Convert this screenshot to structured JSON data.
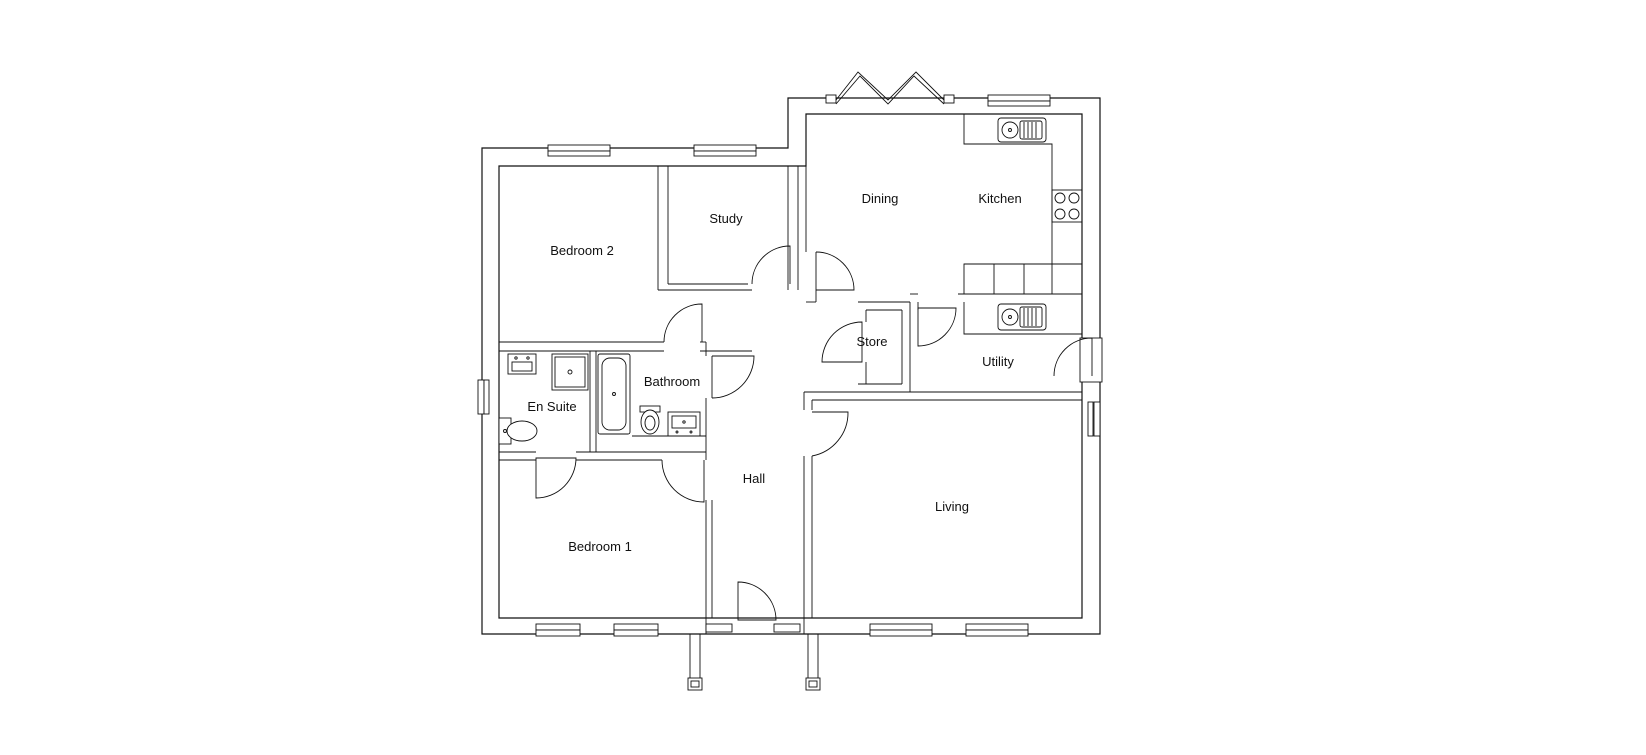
{
  "floorplan": {
    "rooms": [
      {
        "key": "bedroom_2",
        "label": "Bedroom 2"
      },
      {
        "key": "study",
        "label": "Study"
      },
      {
        "key": "dining",
        "label": "Dining"
      },
      {
        "key": "kitchen",
        "label": "Kitchen"
      },
      {
        "key": "store",
        "label": "Store"
      },
      {
        "key": "utility",
        "label": "Utility"
      },
      {
        "key": "bathroom",
        "label": "Bathroom"
      },
      {
        "key": "en_suite",
        "label": "En Suite"
      },
      {
        "key": "hall",
        "label": "Hall"
      },
      {
        "key": "living",
        "label": "Living"
      },
      {
        "key": "bedroom_1",
        "label": "Bedroom 1"
      }
    ]
  }
}
